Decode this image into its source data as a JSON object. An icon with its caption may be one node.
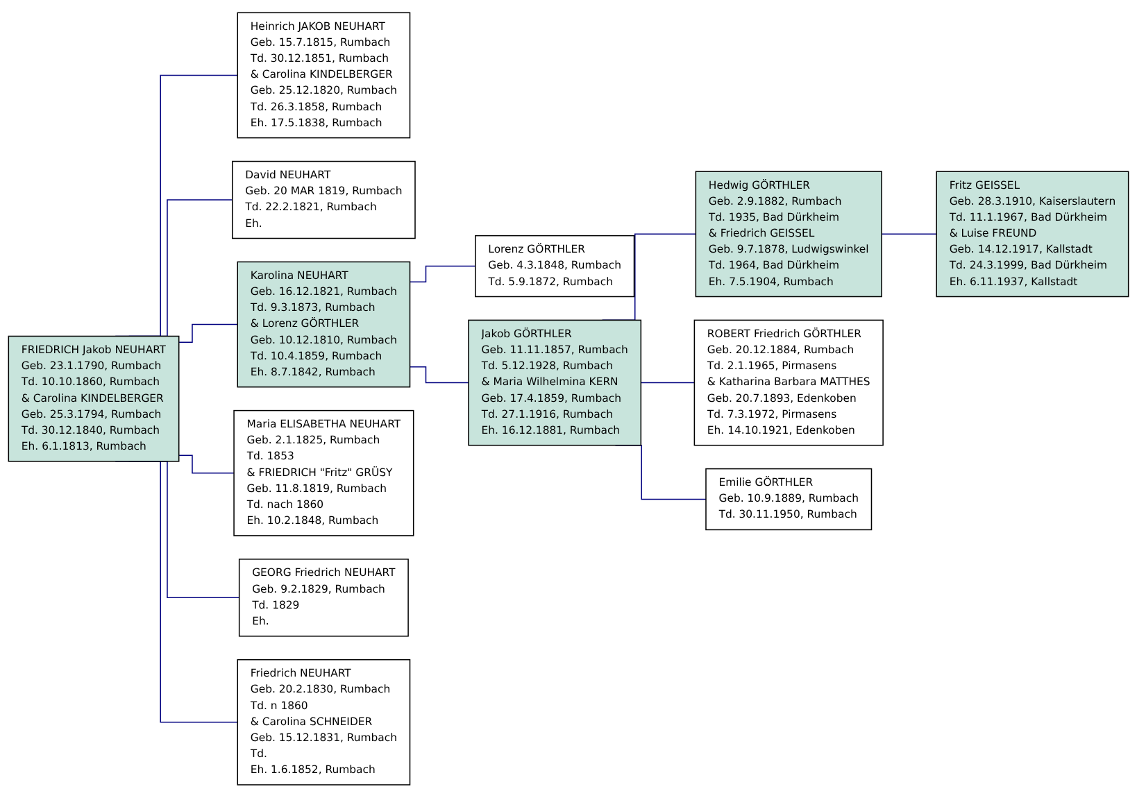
{
  "diagram": {
    "nodes": [
      {
        "text": [
          "FRIEDRICH Jakob NEUHART",
          "Geb. 23.1.1790, Rumbach",
          "Td. 10.10.1860, Rumbach",
          "& Carolina KINDELBERGER",
          "Geb. 25.3.1794, Rumbach",
          "Td. 30.12.1840, Rumbach",
          "Eh. 6.1.1813, Rumbach"
        ]
      },
      {
        "text": [
          "Heinrich JAKOB NEUHART",
          "Geb. 15.7.1815, Rumbach",
          "Td. 30.12.1851, Rumbach",
          "& Carolina KINDELBERGER",
          "Geb. 25.12.1820, Rumbach",
          "Td. 26.3.1858, Rumbach",
          "Eh. 17.5.1838, Rumbach"
        ]
      },
      {
        "text": [
          "David NEUHART",
          "Geb. 20 MAR 1819, Rumbach",
          "Td. 22.2.1821, Rumbach",
          "Eh."
        ]
      },
      {
        "text": [
          "Karolina NEUHART",
          "Geb. 16.12.1821, Rumbach",
          "Td. 9.3.1873, Rumbach",
          "& Lorenz GÖRTHLER",
          "Geb. 10.12.1810, Rumbach",
          "Td. 10.4.1859, Rumbach",
          "Eh. 8.7.1842, Rumbach"
        ]
      },
      {
        "text": [
          "Maria ELISABETHA NEUHART",
          "Geb. 2.1.1825, Rumbach",
          "Td. 1853",
          "& FRIEDRICH \"Fritz\" GRÜSY",
          "Geb. 11.8.1819, Rumbach",
          "Td. nach 1860",
          "Eh. 10.2.1848, Rumbach"
        ]
      },
      {
        "text": [
          "GEORG Friedrich NEUHART",
          "Geb. 9.2.1829, Rumbach",
          "Td. 1829",
          "Eh."
        ]
      },
      {
        "text": [
          "Friedrich NEUHART",
          "Geb. 20.2.1830, Rumbach",
          "Td. n 1860",
          "& Carolina SCHNEIDER",
          "Geb. 15.12.1831, Rumbach",
          "Td.",
          "Eh. 1.6.1852, Rumbach"
        ]
      },
      {
        "text": [
          "Lorenz GÖRTHLER",
          "Geb. 4.3.1848, Rumbach",
          "Td. 5.9.1872, Rumbach"
        ]
      },
      {
        "text": [
          "Jakob GÖRTHLER",
          "Geb. 11.11.1857, Rumbach",
          "Td. 5.12.1928, Rumbach",
          "& Maria Wilhelmina KERN",
          "Geb. 17.4.1859, Rumbach",
          "Td. 27.1.1916, Rumbach",
          "Eh. 16.12.1881, Rumbach"
        ]
      },
      {
        "text": [
          "Hedwig GÖRTHLER",
          "Geb. 2.9.1882, Rumbach",
          "Td. 1935, Bad Dürkheim",
          "& Friedrich GEISSEL",
          "Geb. 9.7.1878, Ludwigswinkel",
          "Td. 1964, Bad Dürkheim",
          "Eh. 7.5.1904, Rumbach"
        ]
      },
      {
        "text": [
          "ROBERT Friedrich GÖRTHLER",
          "Geb. 20.12.1884, Rumbach",
          "Td. 2.1.1965, Pirmasens",
          "& Katharina Barbara MATTHES",
          "Geb. 20.7.1893, Edenkoben",
          "Td. 7.3.1972, Pirmasens",
          "Eh. 14.10.1921, Edenkoben"
        ]
      },
      {
        "text": [
          "Emilie GÖRTHLER",
          "Geb. 10.9.1889, Rumbach",
          "Td. 30.11.1950, Rumbach"
        ]
      },
      {
        "text": [
          "Fritz GEISSEL",
          "Geb. 28.3.1910, Kaiserslautern",
          "Td. 11.1.1967, Bad Dürkheim",
          "& Luise FREUND",
          "Geb. 14.12.1917, Kallstadt",
          "Td. 24.3.1999, Bad Dürkheim",
          "Eh. 6.11.1937, Kallstadt"
        ]
      }
    ],
    "edges": [
      {
        "from": 0,
        "to": 1,
        "arrow": "none"
      },
      {
        "from": 0,
        "to": 2,
        "arrow": "none"
      },
      {
        "from": 0,
        "to": 3,
        "arrow": "none"
      },
      {
        "from": 0,
        "to": 4,
        "arrow": "none"
      },
      {
        "from": 0,
        "to": 5,
        "arrow": "none"
      },
      {
        "from": 0,
        "to": 6,
        "arrow": "none"
      },
      {
        "from": 3,
        "to": 7,
        "arrow": "none"
      },
      {
        "from": 3,
        "to": 8,
        "arrow": "none"
      },
      {
        "from": 8,
        "to": 9,
        "arrow": "none"
      },
      {
        "from": 8,
        "to": 10,
        "arrow": "none"
      },
      {
        "from": 8,
        "to": 11,
        "arrow": "none"
      },
      {
        "from": 9,
        "to": 12,
        "arrow": "none"
      }
    ]
  }
}
